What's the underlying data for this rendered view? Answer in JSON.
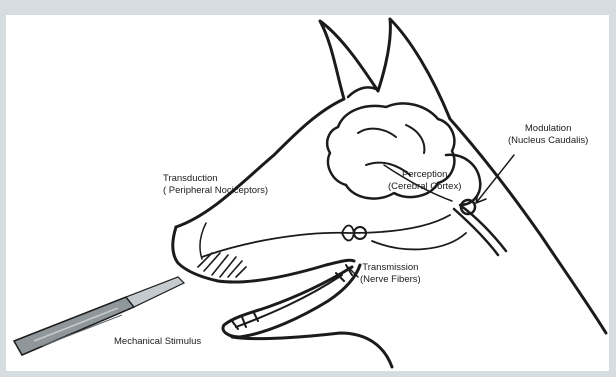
{
  "labels": {
    "perception": {
      "line1": "Perception",
      "line2": "(Cerebral Cortex)"
    },
    "modulation": {
      "line1": "Modulation",
      "line2": "(Nucleus Caudalis)"
    },
    "transduction": {
      "line1": "Transduction",
      "line2": "( Peripheral Nociceptors)"
    },
    "transmission": {
      "line1": "Transmission",
      "line2": "(Nerve Fibers)"
    },
    "stimulus": {
      "line1": "Mechanical Stimulus"
    }
  },
  "colors": {
    "background": "#d6dde0",
    "panel": "#ffffff",
    "ink": "#1b1b1b",
    "scalpel_handle": "#8f979b",
    "scalpel_blade": "#c4cacd"
  },
  "icons": {
    "figure": "dog-head-outline",
    "tool": "scalpel-icon"
  }
}
